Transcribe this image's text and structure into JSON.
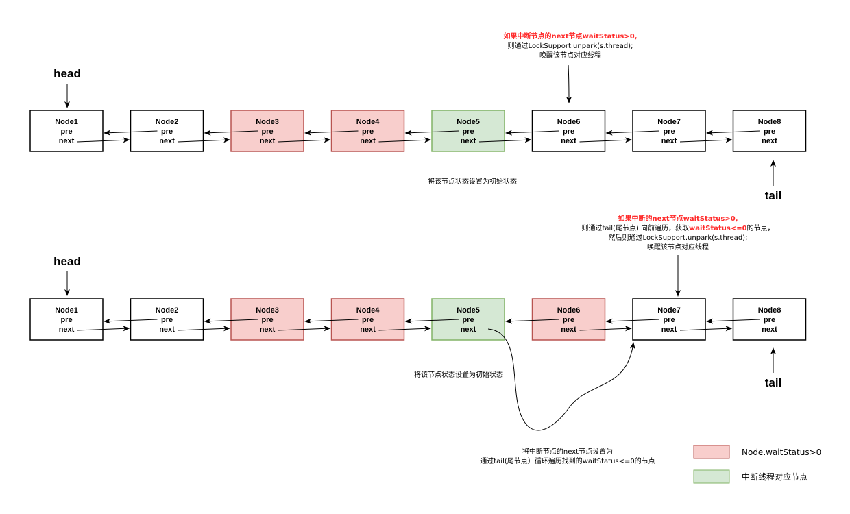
{
  "colors": {
    "red_fill": "#f8cecc",
    "red_stroke": "#b85450",
    "green_fill": "#d5e8d4",
    "green_stroke": "#82b366",
    "white_fill": "#ffffff",
    "stroke": "#000000",
    "red_text": "#ff2b2b"
  },
  "diagram1": {
    "head_label": "head",
    "tail_label": "tail",
    "nodes": [
      {
        "name": "Node1",
        "pre": "pre",
        "next": "next",
        "state": "normal"
      },
      {
        "name": "Node2",
        "pre": "pre",
        "next": "next",
        "state": "normal"
      },
      {
        "name": "Node3",
        "pre": "pre",
        "next": "next",
        "state": "cancelled"
      },
      {
        "name": "Node4",
        "pre": "pre",
        "next": "next",
        "state": "cancelled"
      },
      {
        "name": "Node5",
        "pre": "pre",
        "next": "next",
        "state": "interrupted"
      },
      {
        "name": "Node6",
        "pre": "pre",
        "next": "next",
        "state": "normal"
      },
      {
        "name": "Node7",
        "pre": "pre",
        "next": "next",
        "state": "normal"
      },
      {
        "name": "Node8",
        "pre": "pre",
        "next": "next",
        "state": "normal"
      }
    ],
    "top_note": {
      "red_line": "如果中断节点的next节点waitStatus>0,",
      "line2": "则通过LockSupport.unpark(s.thread);",
      "line3": "唤醒该节点对应线程"
    },
    "bottom_note": "将该节点状态设置为初始状态"
  },
  "diagram2": {
    "head_label": "head",
    "tail_label": "tail",
    "nodes": [
      {
        "name": "Node1",
        "pre": "pre",
        "next": "next",
        "state": "normal"
      },
      {
        "name": "Node2",
        "pre": "pre",
        "next": "next",
        "state": "normal"
      },
      {
        "name": "Node3",
        "pre": "pre",
        "next": "next",
        "state": "cancelled"
      },
      {
        "name": "Node4",
        "pre": "pre",
        "next": "next",
        "state": "cancelled"
      },
      {
        "name": "Node5",
        "pre": "pre",
        "next": "next",
        "state": "interrupted"
      },
      {
        "name": "Node6",
        "pre": "pre",
        "next": "next",
        "state": "cancelled"
      },
      {
        "name": "Node7",
        "pre": "pre",
        "next": "next",
        "state": "normal"
      },
      {
        "name": "Node8",
        "pre": "pre",
        "next": "next",
        "state": "normal"
      }
    ],
    "top_note": {
      "red_line": "如果中断的next节点waitStatus>0,",
      "line2_pre": "则通过tail(尾节点) 向前遍历，获取",
      "line2_red": "waitStatus<=0",
      "line2_post": "的节点，",
      "line3": "然后则通过LockSupport.unpark(s.thread);",
      "line4": "唤醒该节点对应线程"
    },
    "bottom_note": "将该节点状态设置为初始状态",
    "curve_note": {
      "line1": "将中断节点的next节点设置为",
      "line2": "通过tail(尾节点）循环遍历找到的waitStatus<=0的节点"
    }
  },
  "legend": {
    "red_label": "Node.waitStatus>0",
    "green_label": "中断线程对应节点"
  }
}
